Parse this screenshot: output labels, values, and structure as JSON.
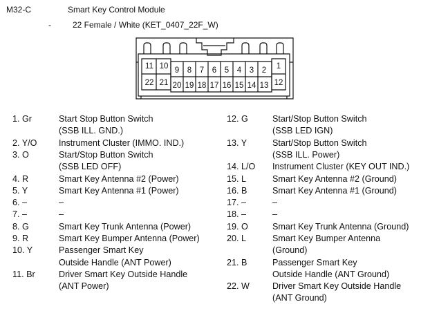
{
  "header": {
    "connector_id": "M32-C",
    "module_name": "Smart Key Control Module",
    "dash": "-",
    "connector_type": "22 Female / White (KET_0407_22F_W)"
  },
  "connector": {
    "top_row": [
      "11",
      "10",
      "9",
      "8",
      "7",
      "6",
      "5",
      "4",
      "3",
      "2",
      "1"
    ],
    "bottom_row": [
      "22",
      "21",
      "20",
      "19",
      "18",
      "17",
      "16",
      "15",
      "14",
      "13",
      "12"
    ]
  },
  "pins_left": [
    {
      "num": "1. Gr",
      "lines": [
        "Start Stop Button Switch",
        "(SSB ILL. GND.)"
      ]
    },
    {
      "num": "2. Y/O",
      "lines": [
        "Instrument Cluster (IMMO. IND.)"
      ]
    },
    {
      "num": "3. O",
      "lines": [
        "Start/Stop Button Switch",
        "(SSB LED OFF)"
      ]
    },
    {
      "num": "4. R",
      "lines": [
        "Smart Key Antenna #2 (Power)"
      ]
    },
    {
      "num": "5. Y",
      "lines": [
        "Smart Key Antenna #1 (Power)"
      ]
    },
    {
      "num": "6. –",
      "lines": [
        "–"
      ]
    },
    {
      "num": "7. –",
      "lines": [
        "–"
      ]
    },
    {
      "num": "8. G",
      "lines": [
        "Smart Key Trunk Antenna (Power)"
      ]
    },
    {
      "num": "9. R",
      "lines": [
        "Smart Key Bumper Antenna (Power)"
      ]
    },
    {
      "num": "10. Y",
      "lines": [
        "Passenger Smart Key",
        "Outside Handle (ANT Power)"
      ]
    },
    {
      "num": "11. Br",
      "lines": [
        "Driver Smart Key Outside Handle",
        "(ANT Power)"
      ]
    }
  ],
  "pins_right": [
    {
      "num": "12. G",
      "lines": [
        "Start/Stop Button Switch",
        "(SSB LED IGN)"
      ]
    },
    {
      "num": "13. Y",
      "lines": [
        "Start/Stop Button Switch",
        "(SSB ILL. Power)"
      ]
    },
    {
      "num": "14. L/O",
      "lines": [
        "Instrument Cluster (KEY OUT IND.)"
      ]
    },
    {
      "num": "15. L",
      "lines": [
        "Smart Key Antenna #2 (Ground)"
      ]
    },
    {
      "num": "16. B",
      "lines": [
        "Smart Key Antenna #1 (Ground)"
      ]
    },
    {
      "num": "17. –",
      "lines": [
        "–"
      ]
    },
    {
      "num": "18. –",
      "lines": [
        "–"
      ]
    },
    {
      "num": "19. O",
      "lines": [
        "Smart Key Trunk Antenna (Ground)"
      ]
    },
    {
      "num": "20. L",
      "lines": [
        "Smart Key Bumper Antenna",
        "(Ground)"
      ]
    },
    {
      "num": "21. B",
      "lines": [
        "Passenger Smart Key",
        "Outside Handle (ANT Ground)"
      ]
    },
    {
      "num": "22. W",
      "lines": [
        "Driver Smart Key Outside Handle",
        "(ANT Ground)"
      ]
    }
  ]
}
